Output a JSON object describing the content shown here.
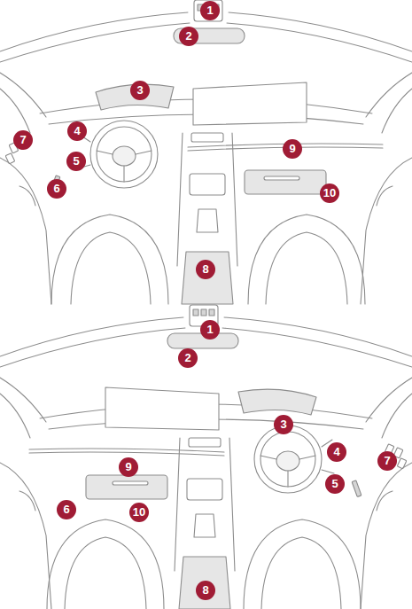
{
  "diagram": {
    "labels": [
      "1",
      "2",
      "3",
      "4",
      "5",
      "6",
      "7",
      "8",
      "9",
      "10",
      "1",
      "2",
      "3",
      "4",
      "5",
      "6",
      "7",
      "8",
      "9",
      "10"
    ]
  }
}
